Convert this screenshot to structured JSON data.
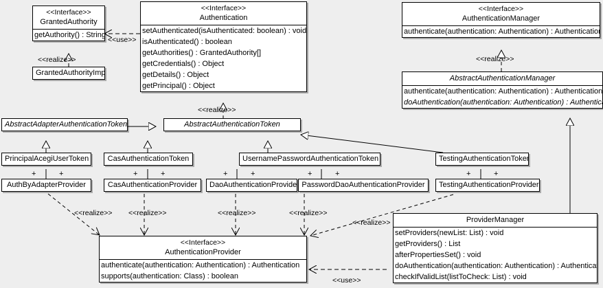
{
  "diagram": {
    "type": "uml-class-diagram",
    "background": "#eeeeee",
    "line_color": "#000000",
    "box_fill": "#ffffff"
  },
  "classes": {
    "granted_authority": {
      "stereotype": "<<Interface>>",
      "name": "GrantedAuthority",
      "operations": [
        "getAuthority() : String"
      ]
    },
    "granted_authority_impl": {
      "name": "GrantedAuthorityImpl"
    },
    "authentication": {
      "stereotype": "<<Interface>>",
      "name": "Authentication",
      "operations": [
        "setAuthenticated(isAuthenticated: boolean) : void",
        "isAuthenticated() : boolean",
        "getAuthorities() : GrantedAuthority[]",
        "getCredentials() : Object",
        "getDetails() : Object",
        "getPrincipal() : Object"
      ]
    },
    "authentication_manager": {
      "stereotype": "<<Interface>>",
      "name": "AuthenticationManager",
      "operations": [
        "authenticate(authentication: Authentication) : Authentication"
      ]
    },
    "abstract_authentication_manager": {
      "name": "AbstractAuthenticationManager",
      "operations": [
        "authenticate(authentication: Authentication) : Authentication",
        "doAuthentication(authentication: Authentication) : Authentication"
      ]
    },
    "abstract_adapter_authentication_token": {
      "name": "AbstractAdapterAuthenticationToken"
    },
    "abstract_authentication_token": {
      "name": "AbstractAuthenticationToken"
    },
    "principal_acegi_user_token": {
      "name": "PrincipalAcegiUserToken"
    },
    "cas_authentication_token": {
      "name": "CasAuthenticationToken"
    },
    "username_password_authentication_token": {
      "name": "UsernamePasswordAuthenticationToken"
    },
    "testing_authentication_token": {
      "name": "TestingAuthenticationToken"
    },
    "auth_by_adapter_provider": {
      "name": "AuthByAdapterProvider"
    },
    "cas_authentication_provider": {
      "name": "CasAuthenticationProvider"
    },
    "dao_authentication_provider": {
      "name": "DaoAuthenticationProvider"
    },
    "password_dao_authentication_provider": {
      "name": "PasswordDaoAuthenticationProvider"
    },
    "testing_authentication_provider": {
      "name": "TestingAuthenticationProvider"
    },
    "authentication_provider": {
      "stereotype": "<<Interface>>",
      "name": "AuthenticationProvider",
      "operations": [
        "authenticate(authentication: Authentication) : Authentication",
        "supports(authentication: Class) : boolean"
      ]
    },
    "provider_manager": {
      "name": "ProviderManager",
      "operations": [
        "setProviders(newList: List) : void",
        "getProviders() : List",
        "afterPropertiesSet() : void",
        "doAuthentication(authentication: Authentication) : Authentication",
        "checkIfValidList(listToCheck: List) : void"
      ]
    }
  },
  "relations": {
    "use_authentication_grantedauthority": "<<use>>",
    "realize_grantedauthorityimpl": "<<realize>>",
    "realize_abstractauthenticationtoken": "<<realize>>",
    "realize_abstractauthenticationmanager": "<<realize>>",
    "realize_authbyadapterprovider": "<<realize>>",
    "realize_casauthenticationprovider": "<<realize>>",
    "realize_daoauthenticationprovider": "<<realize>>",
    "realize_passworddaoauthenticationprovider": "<<realize>>",
    "realize_testingauthenticationprovider": "<<realize>>",
    "use_providermanager_authenticationprovider": "<<use>>"
  },
  "association_markers": {
    "plus": "+"
  }
}
